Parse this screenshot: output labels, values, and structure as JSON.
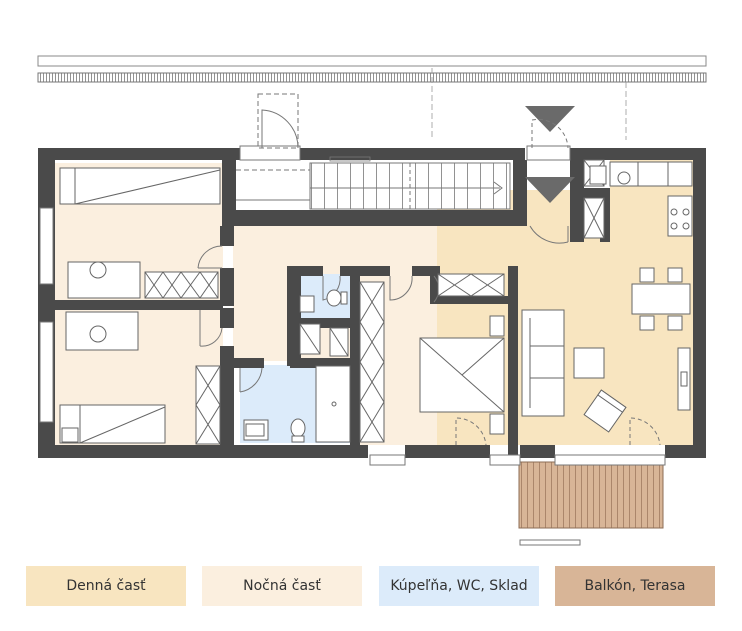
{
  "colors": {
    "day_zone": "#f8e5c0",
    "night_zone": "#fbefdf",
    "bath_zone": "#dcebfa",
    "balcony": "#d8b597",
    "wall": "#4a4a4a",
    "line": "#555555",
    "stair_arrow": "#6a6a6a"
  },
  "legend": [
    {
      "label": "Denná časť",
      "color": "#f8e5c0"
    },
    {
      "label": "Nočná časť",
      "color": "#fbefdf"
    },
    {
      "label": "Kúpeľňa, WC, Sklad",
      "color": "#dcebfa"
    },
    {
      "label": "Balkón, Terasa",
      "color": "#d8b597"
    }
  ],
  "icons": [
    "entrance-arrow-icon",
    "toilet-icon",
    "sink-icon",
    "bed-icon",
    "sofa-icon",
    "dining-table-icon",
    "stove-icon"
  ]
}
